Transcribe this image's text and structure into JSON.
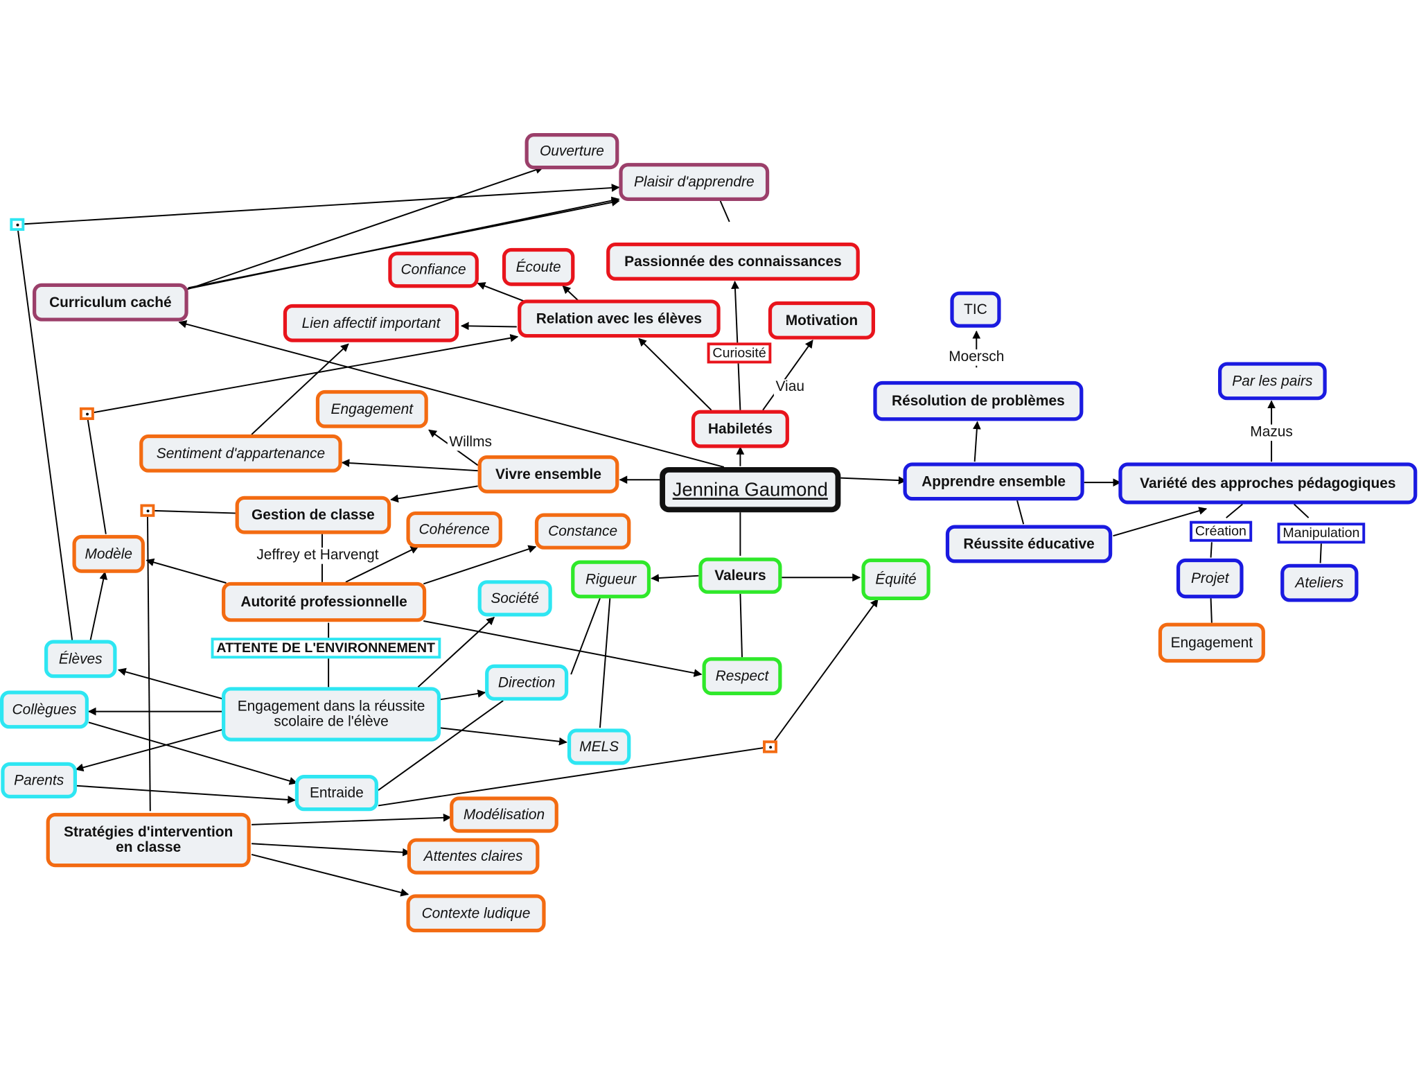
{
  "colors": {
    "red": "#e8141c",
    "orange": "#f36b12",
    "cyan": "#2ee6f2",
    "blue": "#1a1ae0",
    "green": "#2fe82a",
    "purple": "#9b3f6a",
    "black": "#111111"
  },
  "nodes": [
    {
      "id": "center",
      "text": "Jennina Gaumond"
    },
    {
      "id": "ouverture",
      "text": "Ouverture"
    },
    {
      "id": "plaisir",
      "text": "Plaisir d'apprendre"
    },
    {
      "id": "passionnee",
      "text": "Passionnée des connaissances"
    },
    {
      "id": "curriculum",
      "text": "Curriculum caché"
    },
    {
      "id": "confiance",
      "text": "Confiance"
    },
    {
      "id": "ecoute",
      "text": "Écoute"
    },
    {
      "id": "relation",
      "text": "Relation avec les élèves"
    },
    {
      "id": "lien",
      "text": "Lien affectif important"
    },
    {
      "id": "motivation",
      "text": "Motivation"
    },
    {
      "id": "habiletes",
      "text": "Habiletés"
    },
    {
      "id": "engagement1",
      "text": "Engagement"
    },
    {
      "id": "sentiment",
      "text": "Sentiment d'appartenance"
    },
    {
      "id": "vivre",
      "text": "Vivre ensemble"
    },
    {
      "id": "gestion",
      "text": "Gestion de classe"
    },
    {
      "id": "coherence",
      "text": "Cohérence"
    },
    {
      "id": "constance",
      "text": "Constance"
    },
    {
      "id": "modele",
      "text": "Modèle"
    },
    {
      "id": "autorite",
      "text": "Autorité professionnelle"
    },
    {
      "id": "societe",
      "text": "Société"
    },
    {
      "id": "rigueur",
      "text": "Rigueur"
    },
    {
      "id": "valeurs",
      "text": "Valeurs"
    },
    {
      "id": "equite",
      "text": "Équité"
    },
    {
      "id": "eleves",
      "text": "Élèves"
    },
    {
      "id": "collegues",
      "text": "Collègues"
    },
    {
      "id": "engagementReussite",
      "text": "Engagement dans la réussite scolaire de l'élève"
    },
    {
      "id": "direction",
      "text": "Direction"
    },
    {
      "id": "respect",
      "text": "Respect"
    },
    {
      "id": "mels",
      "text": "MELS"
    },
    {
      "id": "parents",
      "text": "Parents"
    },
    {
      "id": "entraide",
      "text": "Entraide"
    },
    {
      "id": "strategies",
      "text": "Stratégies d'intervention en classe"
    },
    {
      "id": "modelisation",
      "text": "Modélisation"
    },
    {
      "id": "attentes",
      "text": "Attentes claires"
    },
    {
      "id": "contexte",
      "text": "Contexte ludique"
    },
    {
      "id": "tic",
      "text": "TIC"
    },
    {
      "id": "resolution",
      "text": "Résolution de problèmes"
    },
    {
      "id": "apprendre",
      "text": "Apprendre ensemble"
    },
    {
      "id": "reussite",
      "text": "Réussite éducative"
    },
    {
      "id": "parlespairs",
      "text": "Par les pairs"
    },
    {
      "id": "variete",
      "text": "Variété des approches pédagogiques"
    },
    {
      "id": "projet",
      "text": "Projet"
    },
    {
      "id": "ateliers",
      "text": "Ateliers"
    },
    {
      "id": "engagement2",
      "text": "Engagement"
    }
  ],
  "tags": [
    {
      "id": "curiosite",
      "text": "Curiosité"
    },
    {
      "id": "attente_env",
      "text": "ATTENTE DE L'ENVIRONNEMENT"
    },
    {
      "id": "creation",
      "text": "Création"
    },
    {
      "id": "manipulation",
      "text": "Manipulation"
    }
  ],
  "link_labels": [
    {
      "id": "viau",
      "text": "Viau"
    },
    {
      "id": "willms",
      "text": "Willms"
    },
    {
      "id": "jeffrey",
      "text": "Jeffrey et Harvengt"
    },
    {
      "id": "moersch",
      "text": "Moersch"
    },
    {
      "id": "mazus",
      "text": "Mazus"
    }
  ],
  "link_icons": [
    {
      "id": "icon_cyan",
      "color": "cyan"
    },
    {
      "id": "icon_orange1",
      "color": "orange"
    },
    {
      "id": "icon_orange2",
      "color": "orange"
    },
    {
      "id": "icon_orange3",
      "color": "orange"
    }
  ]
}
